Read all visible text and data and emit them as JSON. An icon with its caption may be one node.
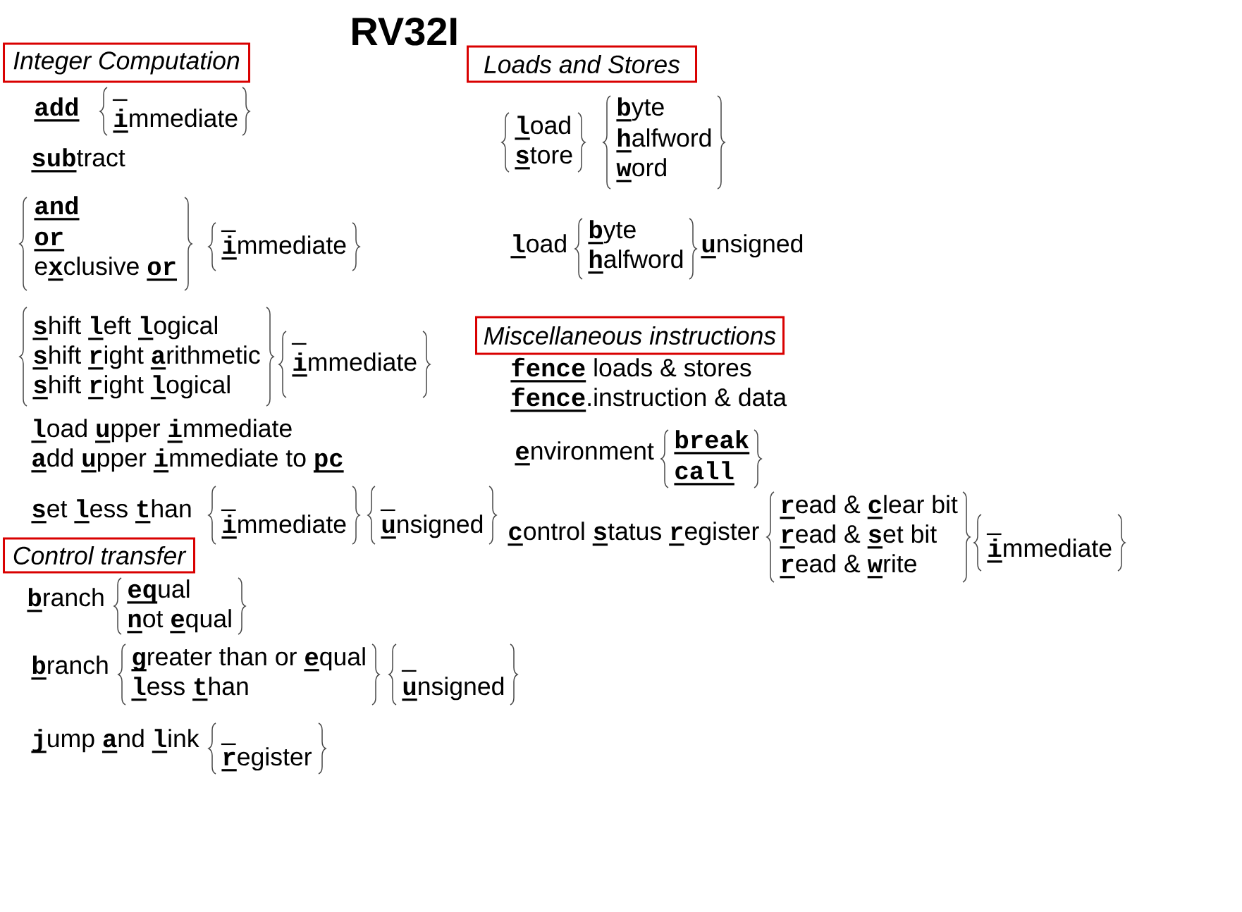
{
  "diagram": {
    "title": "RV32I",
    "nodes": [
      {
        "text": [
          "Integer Computation"
        ]
      },
      {
        "text": [
          "Control transfer"
        ]
      },
      {
        "text": [
          "Loads and Stores"
        ]
      },
      {
        "text": [
          "Miscellaneous instructions"
        ]
      }
    ],
    "labels": [
      "add",
      "_",
      "**i**mmediate",
      "**sub**tract",
      "and",
      "or",
      "e**x**clusive **or**",
      "_",
      "**i**mmediate",
      "**s**hift **l**eft **l**ogical",
      "**s**hift **r**ight **a**rithmetic",
      "**s**hift **r**ight **l**ogical",
      "_",
      "**i**mmediate",
      "**l**oad **u**pper **i**mmediate",
      "**a**dd **u**pper **i**mmediate to **pc**",
      "**s**et **l**ess **t**han",
      "_",
      "**i**mmediate",
      "_",
      "**u**nsigned",
      "**b**ranch",
      "**eq**ual",
      "**n**ot **e**qual",
      "**b**ranch",
      "**g**reater than or **e**qual",
      "**l**ess **t**han",
      "_",
      "**u**nsigned",
      "**j**ump **a**nd **l**ink",
      "_",
      "**r**egister",
      "**l**oad",
      "**s**tore",
      "**b**yte",
      "**h**alfword",
      "**w**ord",
      "**l**oad",
      "**b**yte",
      "**h**alfword",
      "**u**nsigned",
      "**fence** loads & stores",
      "**fence**.instruction & data",
      "**e**nvironment",
      "break",
      "call",
      "**c**ontrol **s**tatus **r**egister",
      "**r**ead & **c**lear bit",
      "**r**ead & **s**et bit",
      "**r**ead & **w**rite",
      "_",
      "**i**mmediate"
    ]
  }
}
